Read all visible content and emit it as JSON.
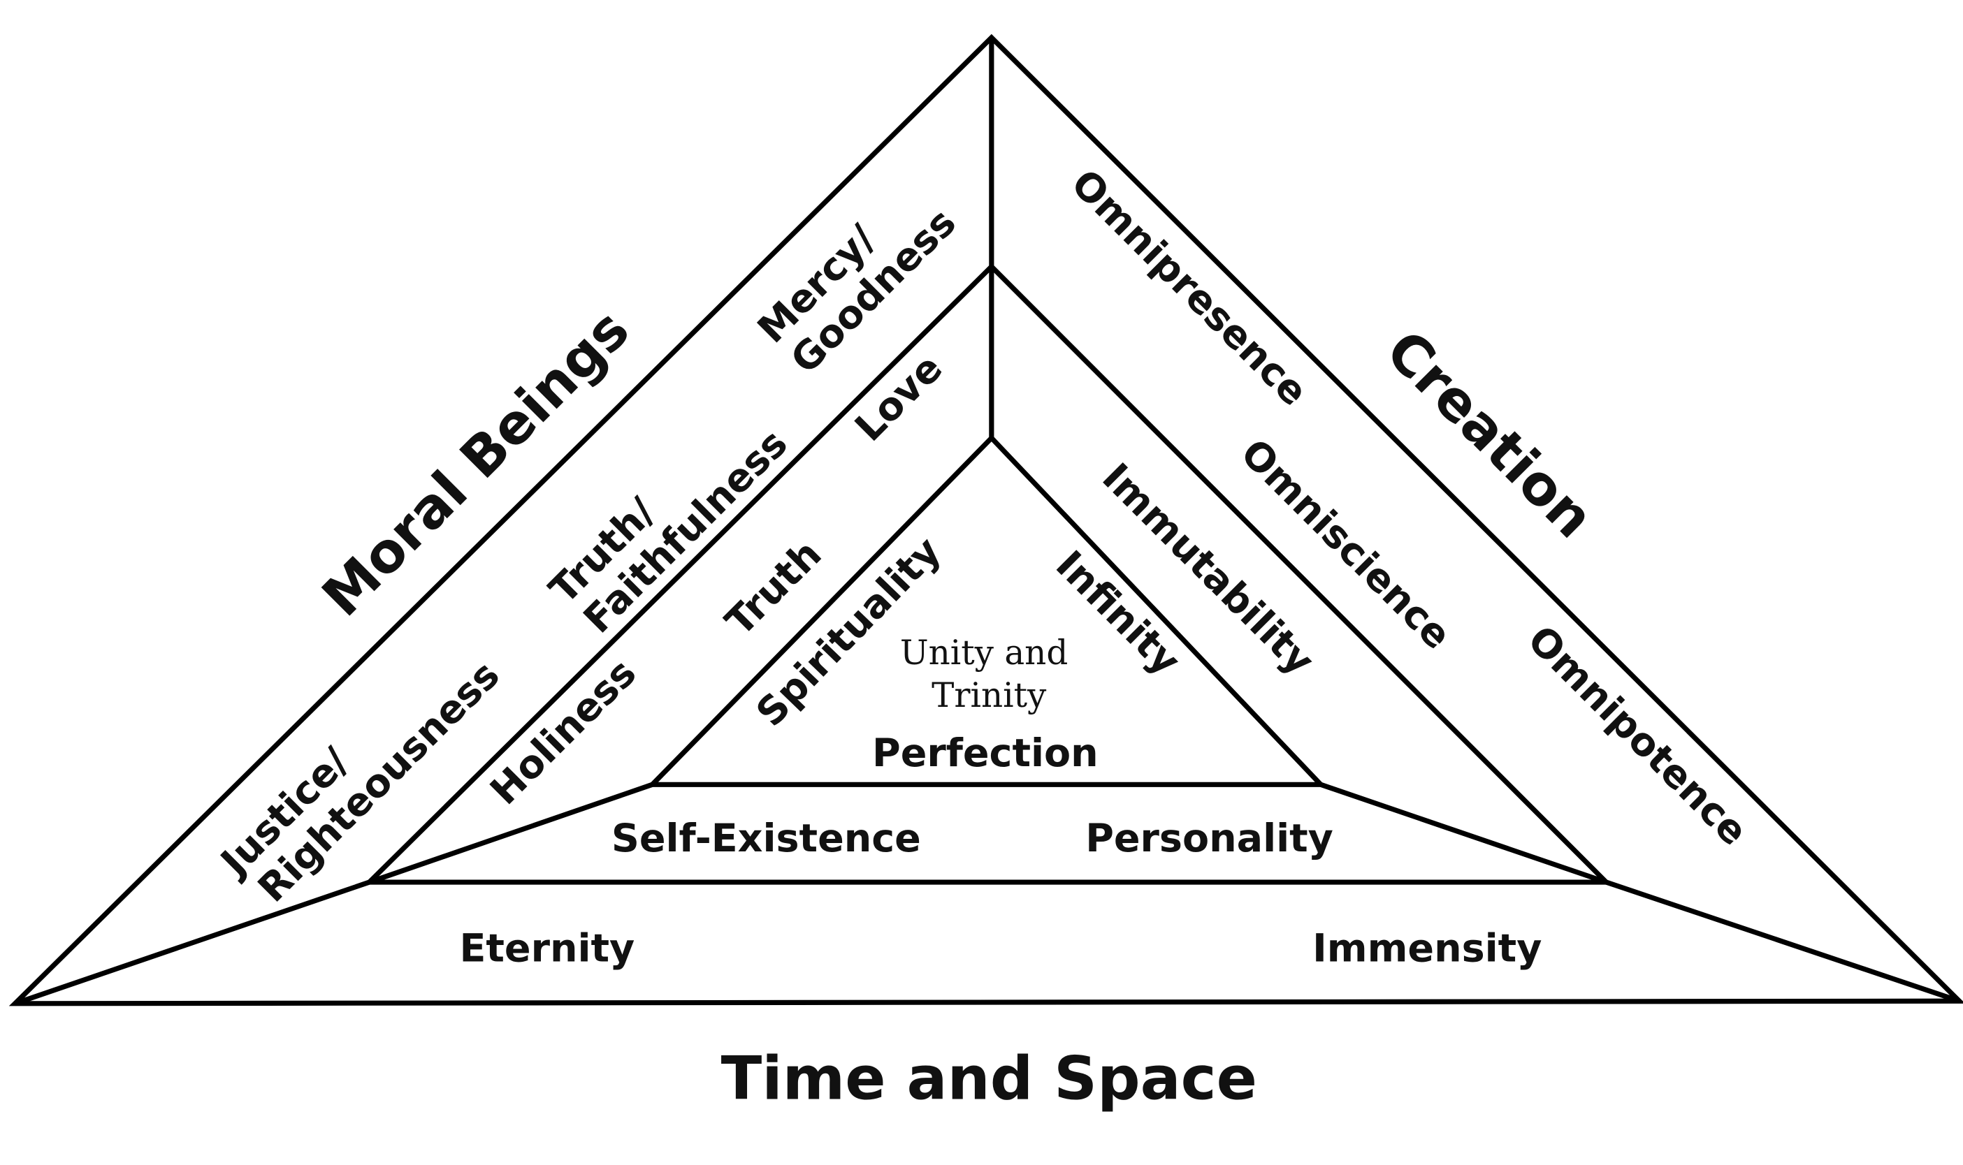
{
  "outer": {
    "left_side": "Moral Beings",
    "right_side": "Creation",
    "bottom": "Time and Space"
  },
  "moral_attributes": {
    "mercy": [
      "Mercy/",
      "Goodness"
    ],
    "truth_faithfulness": [
      "Truth/",
      "Faithfulness"
    ],
    "justice": [
      "Justice/",
      "Righteousness"
    ]
  },
  "creation_attributes": {
    "omnipresence": "Omnipresence",
    "omniscience": "Omniscience",
    "omnipotence": "Omnipotence"
  },
  "time_space_attributes": {
    "eternity": "Eternity",
    "immensity": "Immensity"
  },
  "middle": {
    "love": "Love",
    "truth": "Truth",
    "holiness": "Holiness",
    "immutability": "Immutability",
    "self_existence": "Self-Existence",
    "personality": "Personality"
  },
  "inner": {
    "spirituality": "Spirituality",
    "infinity": "Infinity",
    "unity": [
      "Unity and",
      "Trinity"
    ],
    "perfection": "Perfection"
  }
}
